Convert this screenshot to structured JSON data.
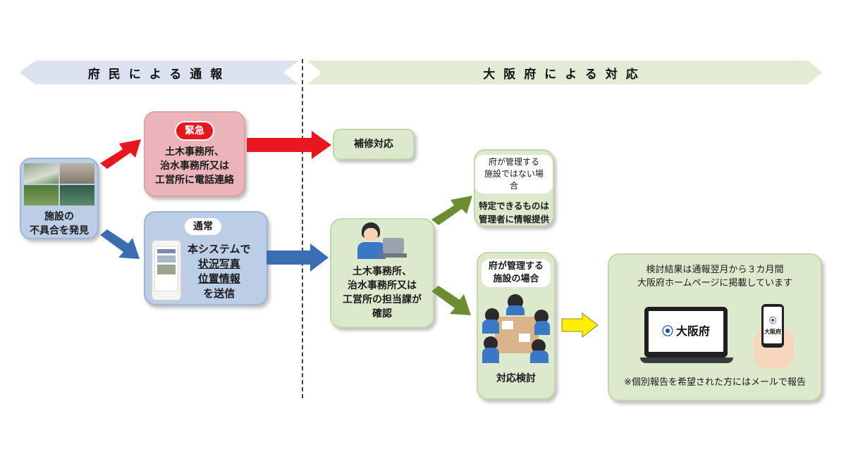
{
  "banners": {
    "left": "府民による通報",
    "right": "大阪府による対応"
  },
  "citizen": {
    "discover": [
      "施設の",
      "不具合を発見"
    ]
  },
  "urgent": {
    "tag": "緊急",
    "lines": [
      "土木事務所、",
      "治水事務所又は",
      "工営所に電話連絡"
    ]
  },
  "normal": {
    "tag": "通常",
    "lines": [
      "本システムで",
      "状況写真",
      "位置情報",
      "を送信"
    ]
  },
  "repair": {
    "label": "補修対応"
  },
  "office": {
    "lines": [
      "土木事務所、",
      "治水事務所又は",
      "工営所の担当課が",
      "確認"
    ]
  },
  "not_managed": {
    "header": [
      "府が管理する",
      "施設ではない場合"
    ],
    "lines": [
      "特定できるものは",
      "管理者に情報提供"
    ]
  },
  "managed": {
    "header": [
      "府が管理する",
      "施設の場合"
    ],
    "footer": "対応検討"
  },
  "result": {
    "lines": [
      "検討結果は通報翌月から３カ月間",
      "大阪府ホームページに掲載しています"
    ],
    "laptop_logo": "大阪府",
    "phone_logo": "大阪府",
    "note": "※個別報告を希望された方にはメールで報告"
  },
  "colors": {
    "red_arrow": "#e8171d",
    "blue_arrow": "#3b6db3",
    "green_arrow": "#6b8c30",
    "yellow_arrow": "#ffee00"
  }
}
